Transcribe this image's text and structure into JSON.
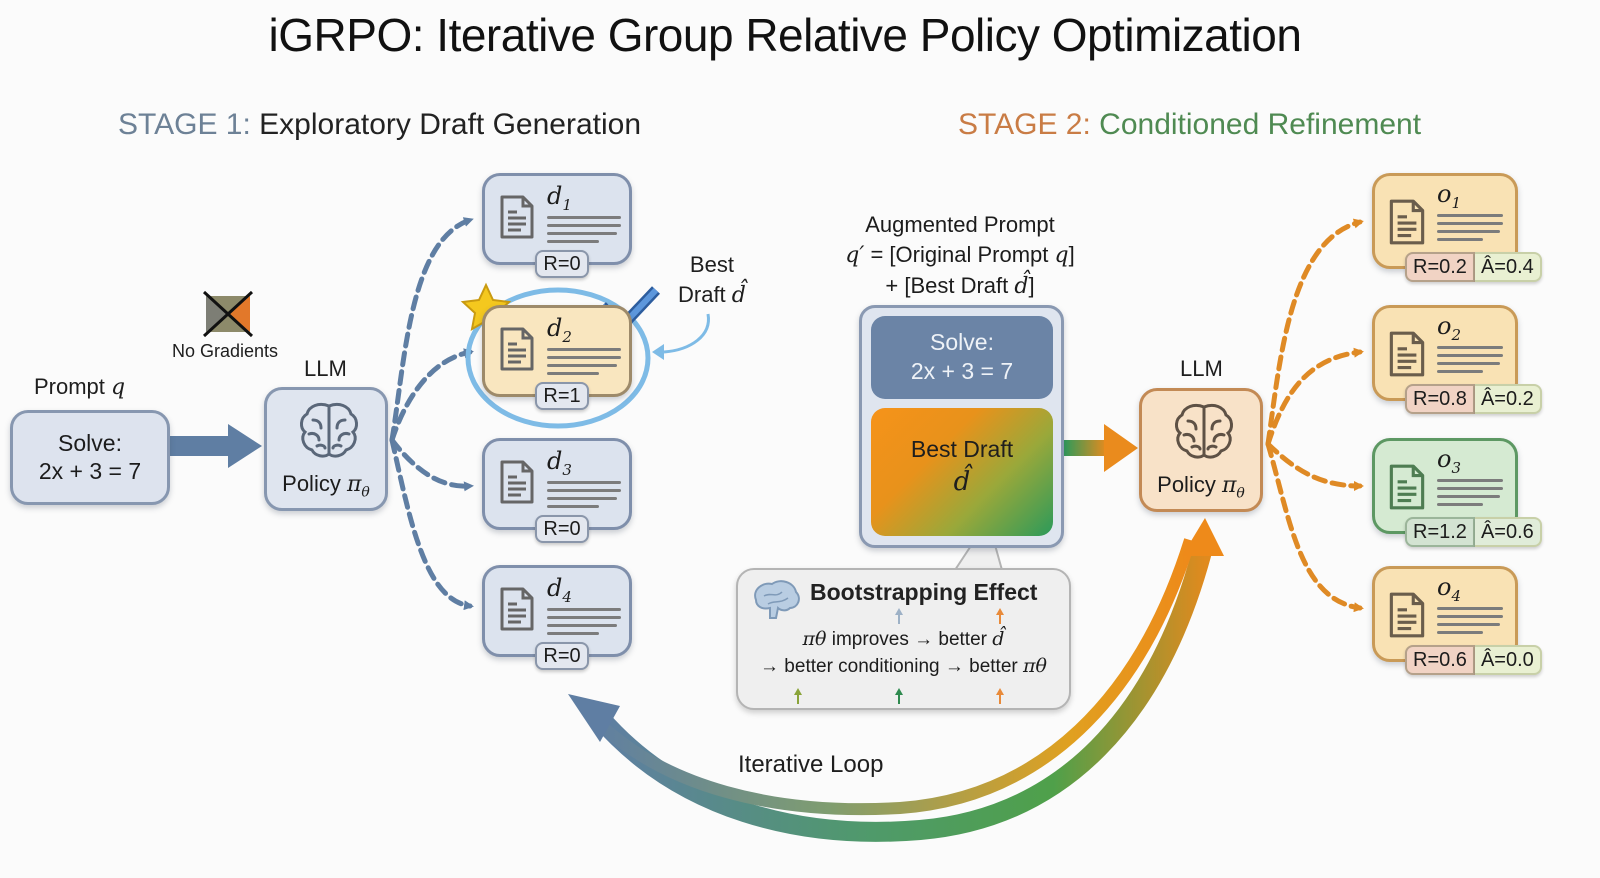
{
  "title": "iGRPO: Iterative Group Relative Policy Optimization",
  "stage1": {
    "lead": "STAGE 1:",
    "rest": " Exploratory Draft Generation"
  },
  "stage2": {
    "lead": "STAGE 2:",
    "rest": " Conditioned Refinement"
  },
  "no_gradients": {
    "label": "No Gradients",
    "icon": "no-gradient-icon"
  },
  "prompt": {
    "label": "Prompt",
    "symbol": "q",
    "line1": "Solve:",
    "line2": "2x + 3 = 7"
  },
  "llm1": {
    "label": "LLM",
    "policy": "Policy ",
    "symbol": "π",
    "sub": "θ",
    "icon": "brain-icon"
  },
  "drafts": [
    {
      "name": "d",
      "sub": "1",
      "reward": "R=0",
      "best": false
    },
    {
      "name": "d",
      "sub": "2",
      "reward": "R=1",
      "best": true
    },
    {
      "name": "d",
      "sub": "3",
      "reward": "R=0",
      "best": false
    },
    {
      "name": "d",
      "sub": "4",
      "reward": "R=0",
      "best": false
    }
  ],
  "best_draft_label": {
    "line1": "Best",
    "line2": "Draft ",
    "symbol": "d̂"
  },
  "augmented": {
    "title": "Augmented Prompt",
    "line2_sym": "q′",
    "line2": " = [Original Prompt ",
    "line2_q": "q",
    "line2_end": "]",
    "line3": "+ [Best Draft ",
    "line3_sym": "d̂",
    "line3_end": "]",
    "solve1": "Solve:",
    "solve2": "2x + 3 = 7",
    "draft_label": "Best Draft",
    "draft_sym": "d̂"
  },
  "bootstrap": {
    "title": "Bootstrapping Effect",
    "line1_sym": "πθ",
    "line1": " improves → better ",
    "line1_end": "d̂",
    "line2": "→ better conditioning → better ",
    "line2_sym": "πθ"
  },
  "llm2": {
    "label": "LLM",
    "policy": "Policy ",
    "symbol": "π",
    "sub": "θ",
    "icon": "brain-icon"
  },
  "outputs": [
    {
      "name": "o",
      "sub": "1",
      "reward": "R=0.2",
      "advantage": "Â=0.4",
      "highlight": false
    },
    {
      "name": "o",
      "sub": "2",
      "reward": "R=0.8",
      "advantage": "Â=0.2",
      "highlight": false
    },
    {
      "name": "o",
      "sub": "3",
      "reward": "R=1.2",
      "advantage": "Â=0.6",
      "highlight": true
    },
    {
      "name": "o",
      "sub": "4",
      "reward": "R=0.6",
      "advantage": "Â=0.0",
      "highlight": false
    }
  ],
  "loop_label": "Iterative Loop",
  "colors": {
    "stage1_blue": "#5e7899",
    "stage2_orange": "#e08a2a",
    "stage2_green": "#4f8a52",
    "best_highlight": "#6fb2e0"
  }
}
